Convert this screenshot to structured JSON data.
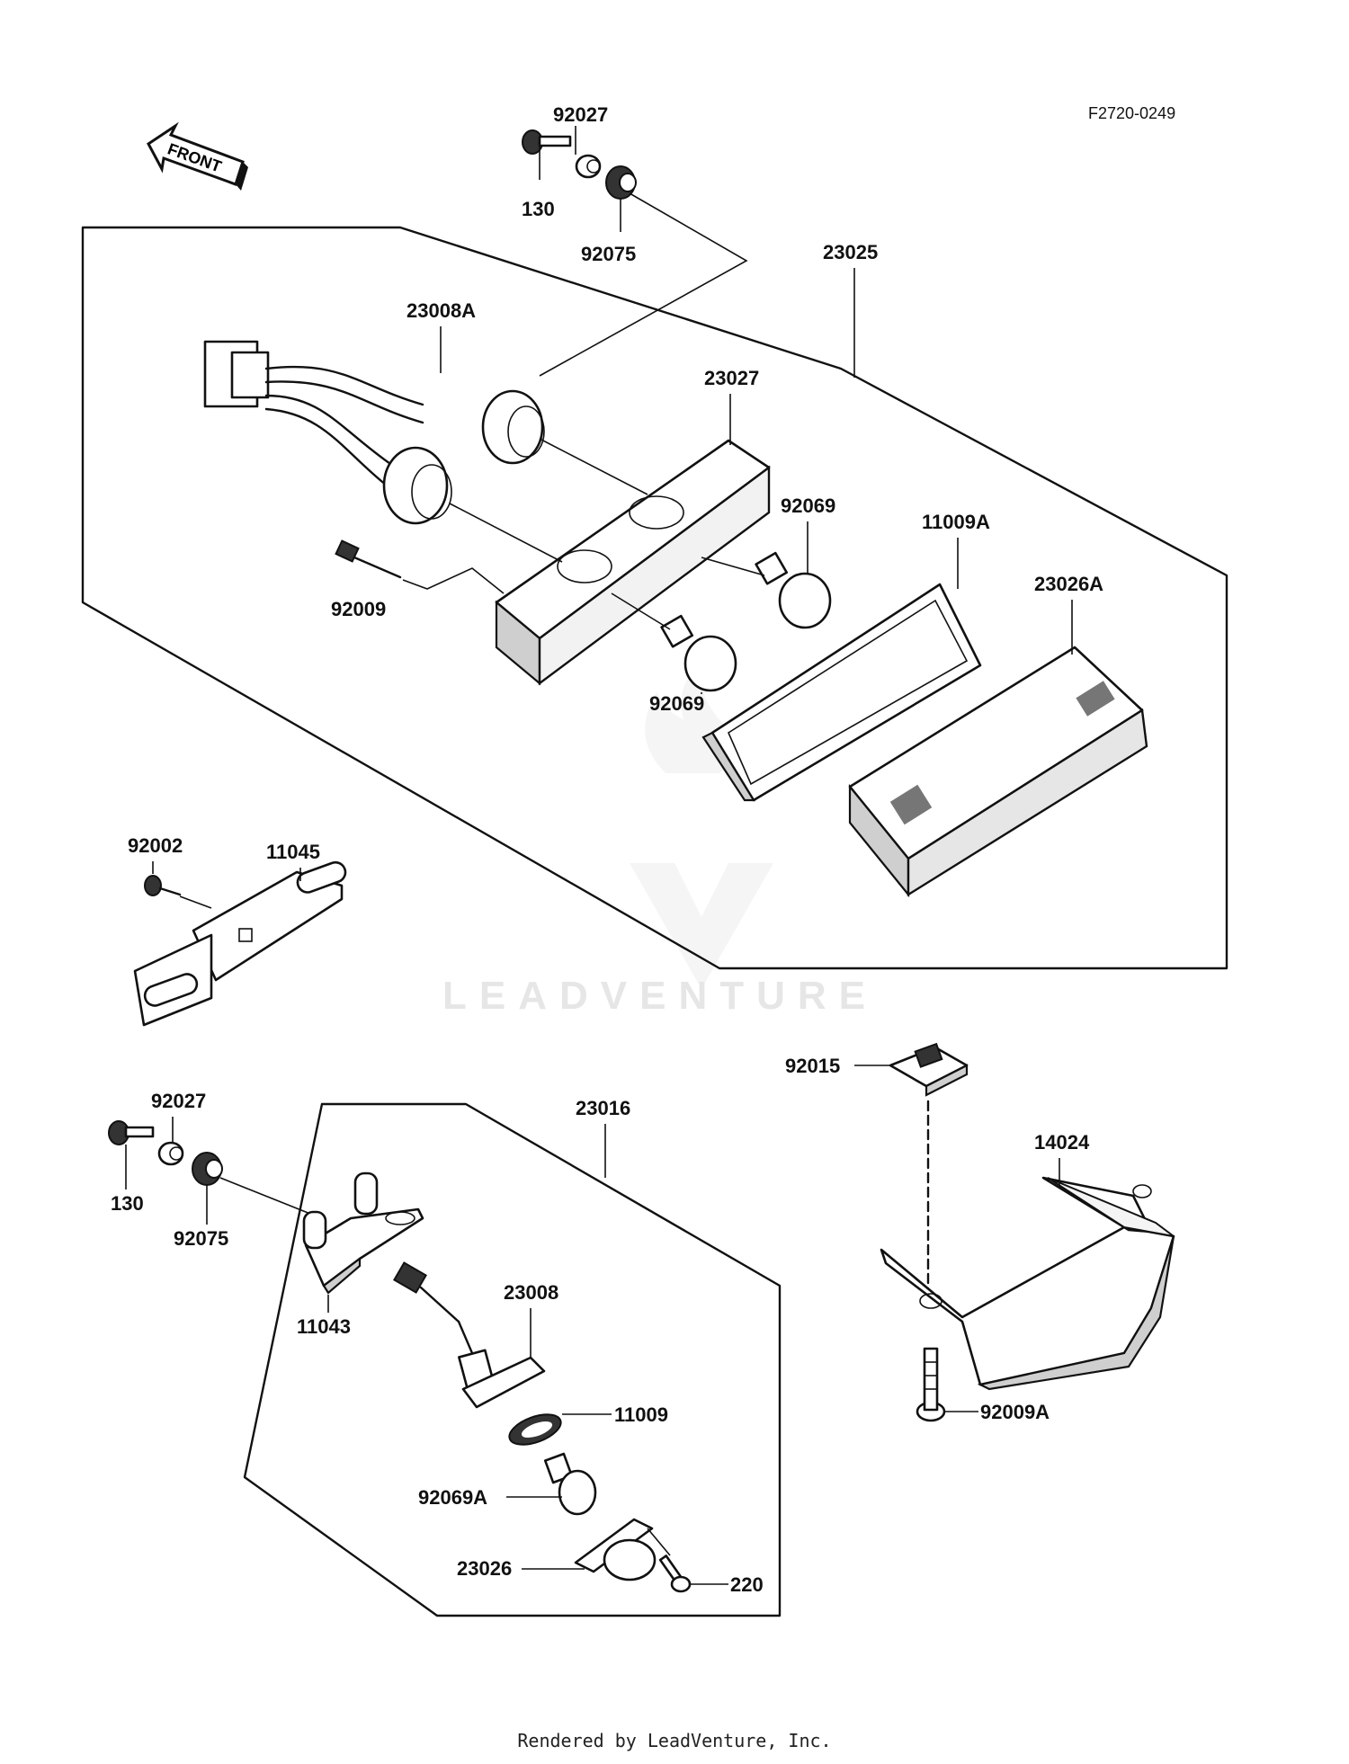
{
  "diagram_code": "F2720-0249",
  "front_arrow_label": "FRONT",
  "footer": "Rendered by LeadVenture, Inc.",
  "watermark": "LEADVENTURE",
  "labels": {
    "p92027_top": "92027",
    "p130_top": "130",
    "p92075_top": "92075",
    "p23025": "23025",
    "p23008A": "23008A",
    "p23027": "23027",
    "p92069_a": "92069",
    "p11009A": "11009A",
    "p23026A": "23026A",
    "p92009": "92009",
    "p92069_b": "92069",
    "p92002": "92002",
    "p11045": "11045",
    "p92015": "92015",
    "p14024": "14024",
    "p92009A": "92009A",
    "p92027_bot": "92027",
    "p130_bot": "130",
    "p92075_bot": "92075",
    "p23016": "23016",
    "p11043": "11043",
    "p23008": "23008",
    "p11009": "11009",
    "p92069A": "92069A",
    "p23026": "23026",
    "p220": "220"
  }
}
